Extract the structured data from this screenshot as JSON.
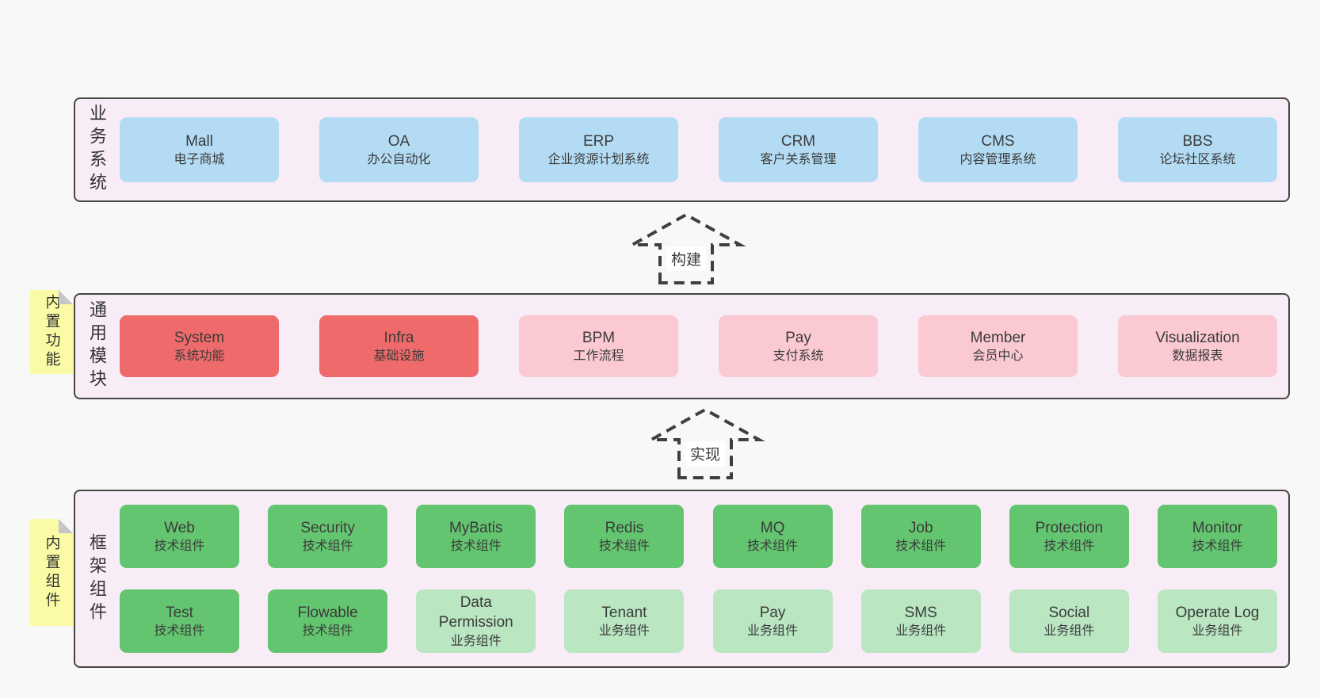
{
  "diagram": {
    "bands": [
      {
        "label": "业务系统",
        "boxes": [
          {
            "name": "Mall",
            "desc": "电子商城",
            "variant": "blue"
          },
          {
            "name": "OA",
            "desc": "办公自动化",
            "variant": "blue"
          },
          {
            "name": "ERP",
            "desc": "企业资源计划系统",
            "variant": "blue"
          },
          {
            "name": "CRM",
            "desc": "客户关系管理",
            "variant": "blue"
          },
          {
            "name": "CMS",
            "desc": "内容管理系统",
            "variant": "blue"
          },
          {
            "name": "BBS",
            "desc": "论坛社区系统",
            "variant": "blue"
          }
        ]
      },
      {
        "label": "通用模块",
        "sticky": "内置功能",
        "boxes": [
          {
            "name": "System",
            "desc": "系统功能",
            "variant": "red"
          },
          {
            "name": "Infra",
            "desc": "基础设施",
            "variant": "red"
          },
          {
            "name": "BPM",
            "desc": "工作流程",
            "variant": "pink"
          },
          {
            "name": "Pay",
            "desc": "支付系统",
            "variant": "pink"
          },
          {
            "name": "Member",
            "desc": "会员中心",
            "variant": "pink"
          },
          {
            "name": "Visualization",
            "desc": "数据报表",
            "variant": "pink"
          }
        ]
      },
      {
        "label": "框架组件",
        "sticky": "内置组件",
        "rows": [
          [
            {
              "name": "Web",
              "desc": "技术组件",
              "variant": "green"
            },
            {
              "name": "Security",
              "desc": "技术组件",
              "variant": "green"
            },
            {
              "name": "MyBatis",
              "desc": "技术组件",
              "variant": "green"
            },
            {
              "name": "Redis",
              "desc": "技术组件",
              "variant": "green"
            },
            {
              "name": "MQ",
              "desc": "技术组件",
              "variant": "green"
            },
            {
              "name": "Job",
              "desc": "技术组件",
              "variant": "green"
            },
            {
              "name": "Protection",
              "desc": "技术组件",
              "variant": "green"
            },
            {
              "name": "Monitor",
              "desc": "技术组件",
              "variant": "green"
            }
          ],
          [
            {
              "name": "Test",
              "desc": "技术组件",
              "variant": "green"
            },
            {
              "name": "Flowable",
              "desc": "技术组件",
              "variant": "green"
            },
            {
              "name": "Data Permission",
              "desc": "业务组件",
              "variant": "light-green"
            },
            {
              "name": "Tenant",
              "desc": "业务组件",
              "variant": "light-green"
            },
            {
              "name": "Pay",
              "desc": "业务组件",
              "variant": "light-green"
            },
            {
              "name": "SMS",
              "desc": "业务组件",
              "variant": "light-green"
            },
            {
              "name": "Social",
              "desc": "业务组件",
              "variant": "light-green"
            },
            {
              "name": "Operate Log",
              "desc": "业务组件",
              "variant": "light-green"
            }
          ]
        ]
      }
    ],
    "arrows": [
      {
        "label": "构建"
      },
      {
        "label": "实现"
      }
    ],
    "colors": {
      "page_bg": "#f8f8f8",
      "band_bg": "#f8edf6",
      "band_border": "#474747",
      "blue": "#b3dcf4",
      "red": "#ef6a6a",
      "pink": "#fbc9d2",
      "green": "#63c56f",
      "light_green": "#bae6c2",
      "sticky_yellow": "#fbfba6",
      "fold_gray": "#c6c6c6",
      "text": "#3b3b3b"
    }
  }
}
